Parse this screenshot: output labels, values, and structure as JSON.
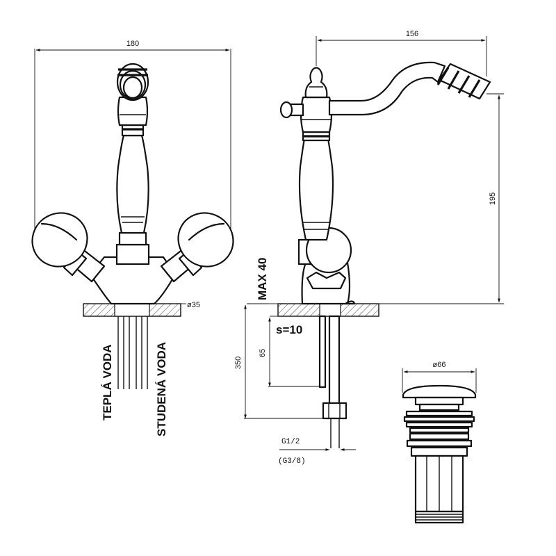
{
  "front_view": {
    "width_label": "180",
    "hole_label": "ø35",
    "hot_label": "TEPLÁ VODA",
    "cold_label": "STUDENÁ VODA"
  },
  "side_view": {
    "reach_label": "156",
    "height_label": "195",
    "max_label": "MAX 40",
    "thickness_label": "s=10",
    "depth_label": "65",
    "length_label": "350",
    "thread_label": "G1/2",
    "thread_alt_label": "(G3/8)"
  },
  "waste_view": {
    "diameter_label": "ø66"
  }
}
